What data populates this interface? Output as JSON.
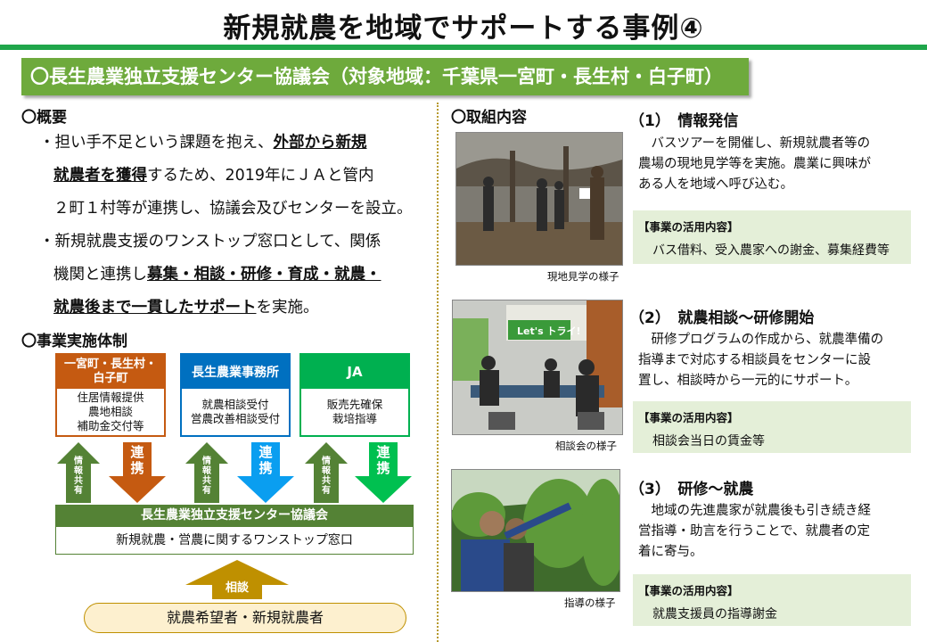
{
  "title": "新規就農を地域でサポートする事例④",
  "banner": "〇長生農業独立支援センター協議会（対象地域：千葉県一宮町・長生村・白子町）",
  "overview": {
    "heading": "〇概要",
    "bullet1": {
      "l1_a": "・担い手不足という課題を抱え、",
      "l1_u": "外部から新規",
      "l2_u": "就農者を獲得",
      "l2_b": "するため、2019年にＪＡと管内",
      "l3": "２町１村等が連携し、協議会及びセンターを設立。"
    },
    "bullet2": {
      "l1": "・新規就農支援のワンストップ窓口として、関係",
      "l2_a": "機関と連携し",
      "l2_u": "募集・相談・研修・育成・就農・",
      "l3_u": "就農後まで一貫したサポート",
      "l3_b": "を実施。"
    }
  },
  "structure": {
    "heading": "〇事業実施体制",
    "orgs": [
      {
        "name": "一宮町・長生村・\n白子町",
        "duties": "住居情報提供\n農地相談\n補助金交付等",
        "color": "#c55a11"
      },
      {
        "name": "長生農業事務所",
        "duties": "就農相談受付\n営農改善相談受付",
        "color": "#0070c0"
      },
      {
        "name": "JA",
        "duties": "販売先確保\n栽培指導",
        "color": "#00b050"
      }
    ],
    "info_share": "情報共有",
    "coop": "連携",
    "council": "長生農業独立支援センター協議会",
    "council_desc": "新規就農・営農に関するワンストップ窓口",
    "consult": "相談",
    "target": "就農希望者・新規就農者"
  },
  "efforts": {
    "heading": "〇取組内容",
    "activity_label": "【事業の活用内容】",
    "items": [
      {
        "title": "（1）　情報発信",
        "text": [
          "　バスツアーを開催し、新規就農者等の",
          "農場の現地見学等を実施。農業に興味が",
          "ある人を地域へ呼び込む。"
        ],
        "usage": "バス借料、受入農家への謝金、募集経費等",
        "caption": "現地見学の様子"
      },
      {
        "title": "（2）　就農相談～研修開始",
        "text": [
          "　研修プログラムの作成から、就農準備の",
          "指導まで対応する相談員をセンターに設",
          "置し、相談時から一元的にサポート。"
        ],
        "usage": "相談会当日の賃金等",
        "caption": "相談会の様子",
        "photo_sign": "Let's トライ!"
      },
      {
        "title": "（3）　研修～就農",
        "text": [
          "　地域の先進農家が就農後も引き続き経",
          "営指導・助言を行うことで、就農者の定",
          "着に寄与。"
        ],
        "usage": "就農支援員の指導謝金",
        "caption": "指導の様子"
      }
    ]
  }
}
